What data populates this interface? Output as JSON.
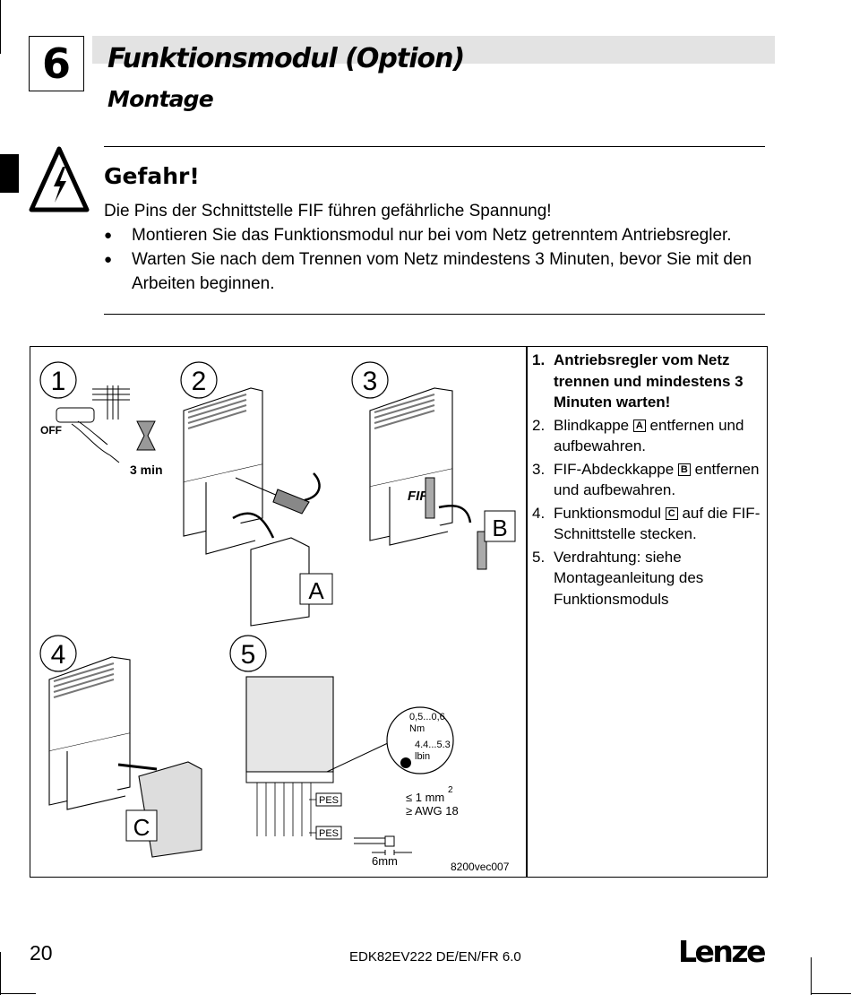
{
  "header": {
    "chapter_number": "6",
    "title": "Funktionsmodul (Option)",
    "subtitle": "Montage"
  },
  "danger": {
    "icon": "high-voltage-warning-icon",
    "heading": "Gefahr!",
    "text": "Die Pins der Schnittstelle FIF führen gefährliche Spannung!",
    "bullets": [
      "Montieren Sie das Funktionsmodul nur bei vom Netz getrenntem Antriebsregler.",
      "Warten Sie nach dem Trennen vom Netz mindestens 3 Minuten, bevor Sie mit den Arbeiten beginnen."
    ]
  },
  "figure": {
    "step_numbers": [
      "1",
      "2",
      "3",
      "4",
      "5"
    ],
    "off_label": "OFF",
    "wait_label": "3 min",
    "part_a": "A",
    "part_b": "B",
    "part_c": "C",
    "fif_label": "FIF",
    "torque_nm": "0,5...0,6",
    "torque_nm_unit": "Nm",
    "torque_lbin": "4.4...5.3",
    "torque_lbin_unit": "lbin",
    "pes_label": "PES",
    "wire_min_mm": "≤ 1 mm",
    "wire_sup": "2",
    "wire_awg": "≥ AWG 18",
    "strip_length": "6mm",
    "figure_id": "8200vec007"
  },
  "steps": {
    "n1": "1.",
    "s1": "Antriebsregler vom Netz trennen und mindestens 3 Minuten warten!",
    "n2": "2.",
    "s2_pre": "Blindkappe",
    "s2_box": "A",
    "s2_post": "entfernen und aufbewahren.",
    "n3": "3.",
    "s3_pre": "FIF-Abdeckkappe",
    "s3_box": "B",
    "s3_post": "entfernen und aufbewahren.",
    "n4": "4.",
    "s4_pre": "Funktionsmodul",
    "s4_box": "C",
    "s4_post": "auf die FIF-Schnittstelle stecken.",
    "n5": "5.",
    "s5": "Verdrahtung: siehe Montageanleitung des Funktionsmoduls"
  },
  "footer": {
    "page_number": "20",
    "doc_id": "EDK82EV222 DE/EN/FR 6.0",
    "logo": "Lenze"
  }
}
